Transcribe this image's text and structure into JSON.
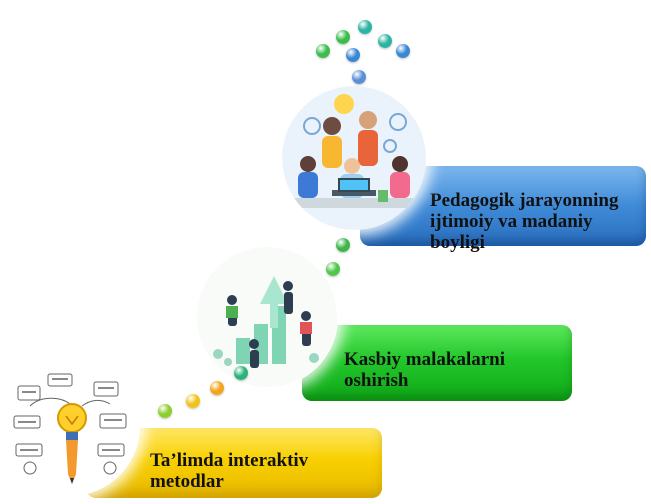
{
  "steps": [
    {
      "label": "Ta’limda interaktiv metodlar",
      "line1": "Ta’limda interaktiv",
      "line2": "metodlar",
      "color": "#f5c400"
    },
    {
      "label": "Kasbiy malakalarni oshirish",
      "line1": "Kasbiy malakalarni",
      "line2": "oshirish",
      "color": "#1fc02a"
    },
    {
      "label": "Pedagogik jarayonning ijtimoiy va madaniy boyligi",
      "line1": "Pedagogik jarayonning",
      "line2": "ijtimoiy va madaniy boyligi",
      "color": "#3a86d4"
    }
  ],
  "palette": {
    "yellow": "#f5c400",
    "green": "#1fc02a",
    "blue": "#3a86d4",
    "teal": "#2bb3a3",
    "orange": "#f2a51a"
  }
}
